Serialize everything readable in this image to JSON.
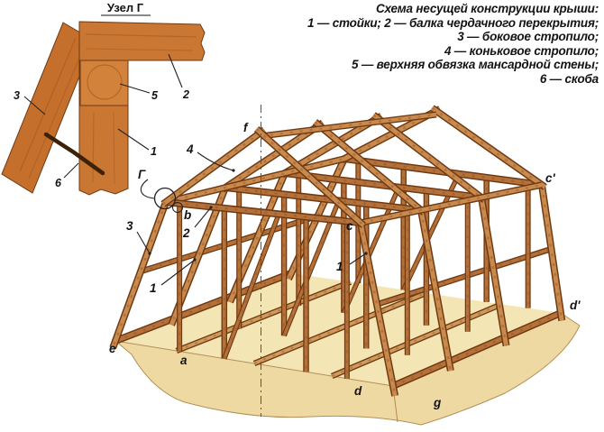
{
  "legend": {
    "lines": [
      "Схема несущей конструкции крыши:",
      "1 — стойки; 2 — балка чердачного перекрытия;",
      "3 — боковое стропило;",
      "4 — коньковое стропило;",
      "5 — верхняя обвязка мансардной стены;",
      "6 — скоба"
    ]
  },
  "detail_view": {
    "title": "Узел Г",
    "labels": {
      "side_rafter": "3",
      "top_plate": "5",
      "attic_beam": "2",
      "post": "1",
      "staple": "6"
    }
  },
  "main_diagram": {
    "part_labels": {
      "ridge_rafter": "4",
      "attic_beam": "2",
      "side_rafter": "3",
      "post_front": "1",
      "post_right": "1",
      "node": "Г"
    },
    "point_labels": {
      "apex": "f",
      "left_knee": "b",
      "right_knee": "c",
      "right_knee_back": "c'",
      "right_base_back": "d'",
      "left_base": "e",
      "slab_front": "a",
      "slab_bottom": "d",
      "slab_bottom_right": "g"
    }
  },
  "colors": {
    "wood_dark": "#6f3a13",
    "wood_mid": "#b5713a",
    "wood_light": "#c98a4e",
    "slab_top": "#f4e5b4",
    "slab_face": "#eed9a2",
    "detail_wood": "#c97733",
    "label": "#141414"
  }
}
